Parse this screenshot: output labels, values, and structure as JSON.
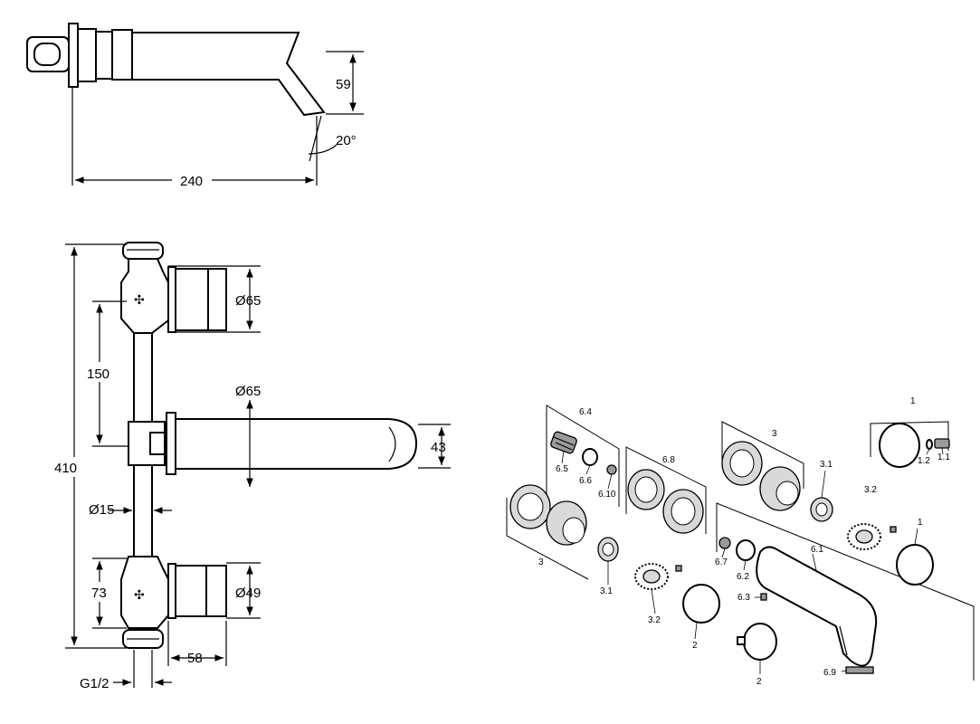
{
  "dimensions": {
    "spout_length": "240",
    "spout_drop": "59",
    "spout_angle": "20°",
    "total_height": "410",
    "handle_spacing": "150",
    "lower_offset": "73",
    "rosette_diam_top": "Ø65",
    "rosette_diam_spout": "Ø65",
    "spout_height": "43",
    "pipe_diam": "Ø15",
    "rosette_diam_bottom": "Ø49",
    "handle_depth": "58",
    "thread": "G1/2"
  },
  "parts": {
    "p1a": "1",
    "p1b": "1",
    "p1_1": "1.1",
    "p1_2": "1.2",
    "p2a": "2",
    "p2b": "2",
    "p3a": "3",
    "p3b": "3",
    "p3_1a": "3.1",
    "p3_1b": "3.1",
    "p3_2a": "3.2",
    "p3_2b": "3.2",
    "p6_1": "6.1",
    "p6_2": "6.2",
    "p6_3": "6.3",
    "p6_4": "6.4",
    "p6_5": "6.5",
    "p6_6": "6.6",
    "p6_7": "6.7",
    "p6_8": "6.8",
    "p6_9": "6.9",
    "p6_10": "6.10"
  }
}
